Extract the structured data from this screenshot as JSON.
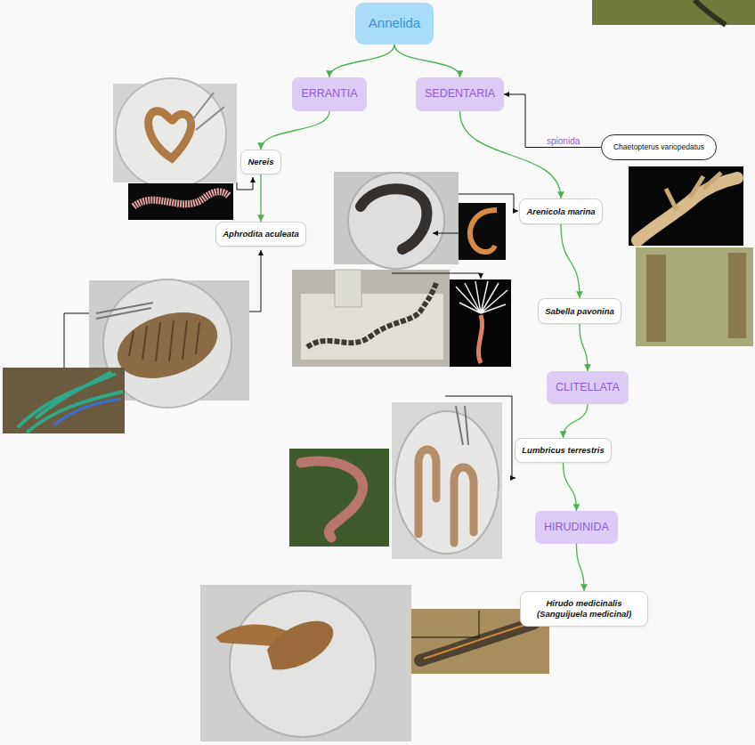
{
  "diagram": {
    "nodes": [
      {
        "text": [
          "Annelida"
        ]
      },
      {
        "text": [
          "ERRANTIA"
        ]
      },
      {
        "text": [
          "SEDENTARIA"
        ]
      },
      {
        "text": [
          "Nereis"
        ]
      },
      {
        "text": [
          "Aphrodita aculeata"
        ]
      },
      {
        "text": [
          "Chaetopterus variopedatus"
        ]
      },
      {
        "text": [
          "Arenicola marina"
        ]
      },
      {
        "text": [
          "Sabella pavonina"
        ]
      },
      {
        "text": [
          "CLITELLATA"
        ]
      },
      {
        "text": [
          "Lumbricus terrestris"
        ]
      },
      {
        "text": [
          "HIRUDINIDA"
        ]
      },
      {
        "text": [
          "Hirudo medicinalis (Sanguijuela medicinal)"
        ]
      }
    ],
    "edges": [
      {
        "from": 0,
        "to": 1,
        "arrow": "to"
      },
      {
        "from": 0,
        "to": 2,
        "arrow": "to"
      },
      {
        "from": 1,
        "to": 3,
        "arrow": "to"
      },
      {
        "from": 3,
        "to": 4,
        "arrow": "to"
      },
      {
        "from": 5,
        "to": 2,
        "label": "spionida",
        "arrow": "to"
      },
      {
        "from": 2,
        "to": 6,
        "arrow": "to"
      },
      {
        "from": 6,
        "to": 7,
        "arrow": "to"
      },
      {
        "from": 7,
        "to": 8,
        "arrow": "to"
      },
      {
        "from": 8,
        "to": 9,
        "arrow": "to"
      },
      {
        "from": 9,
        "to": 10,
        "arrow": "to"
      },
      {
        "from": 10,
        "to": 11,
        "arrow": "to"
      }
    ]
  }
}
